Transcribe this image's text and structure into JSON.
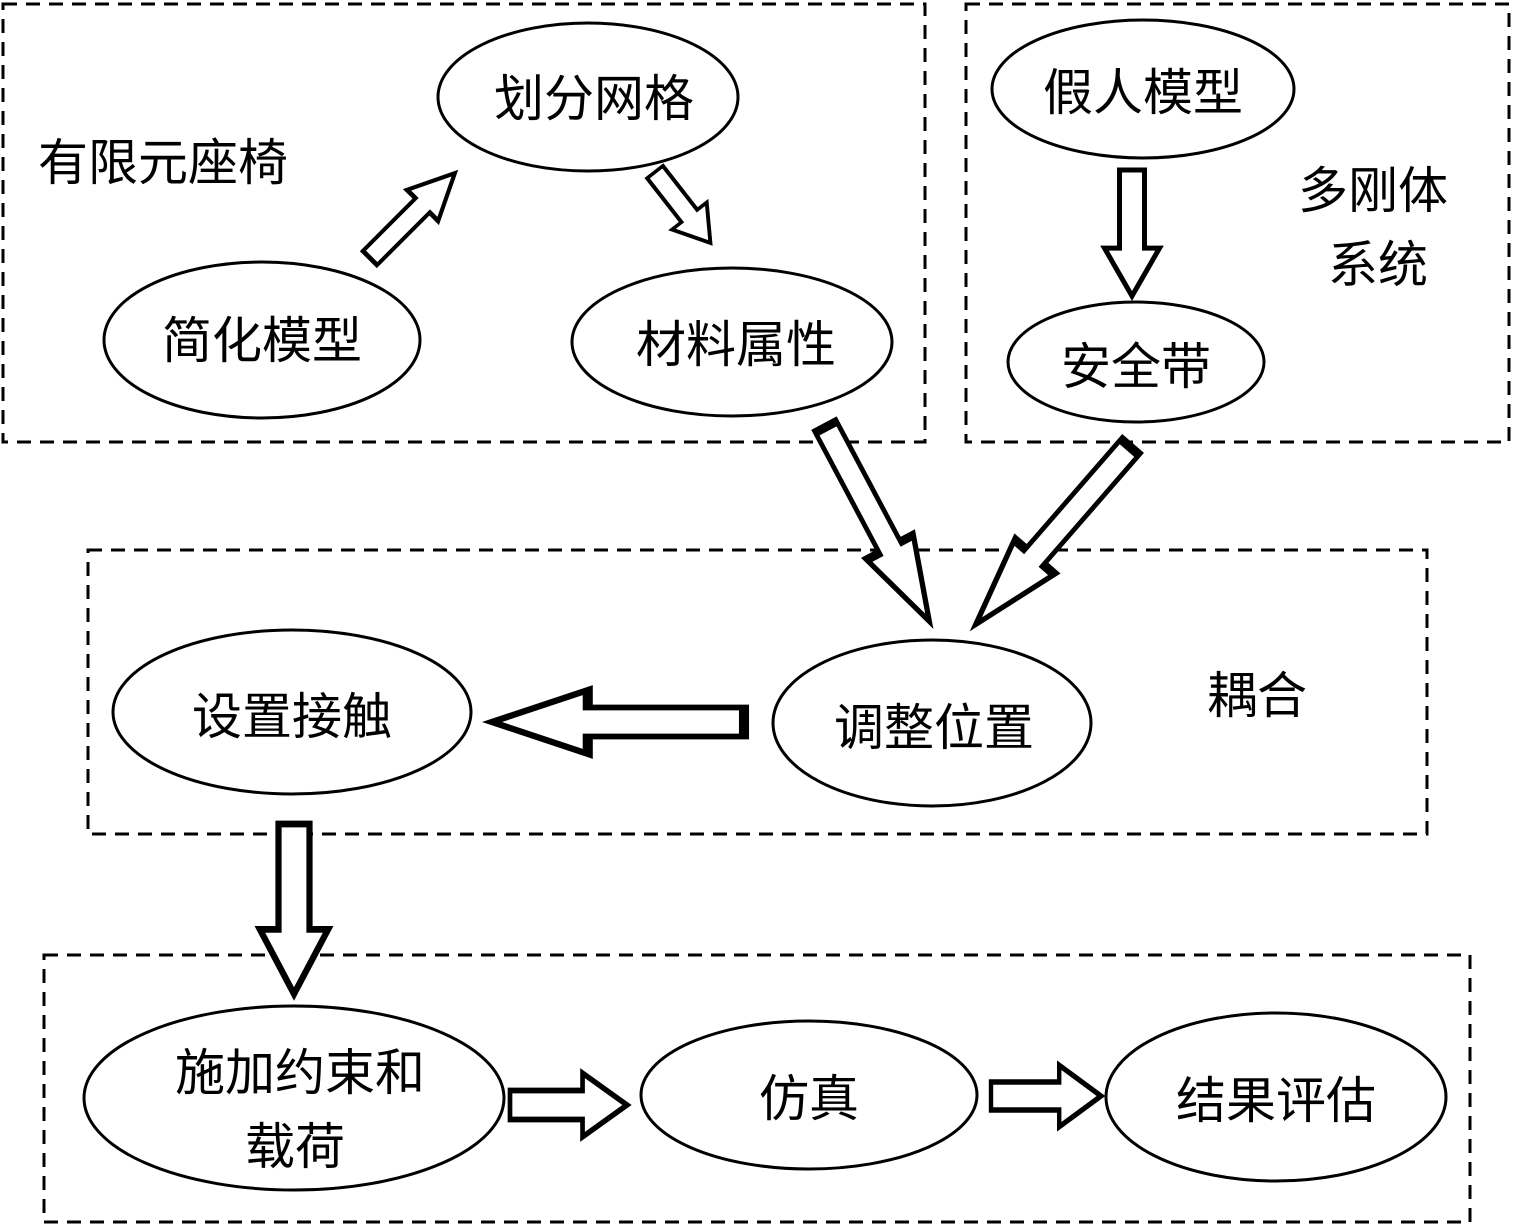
{
  "groups": {
    "fe_seat": "有限元座椅",
    "multibody_line1": "多刚体",
    "multibody_line2": "系统",
    "coupling": "耦合"
  },
  "nodes": {
    "simplify": "简化模型",
    "mesh": "划分网格",
    "material": "材料属性",
    "dummy": "假人模型",
    "belt": "安全带",
    "adjust": "调整位置",
    "contact": "设置接触",
    "constraint_line1": "施加约束和",
    "constraint_line2": "载荷",
    "simulate": "仿真",
    "evaluate": "结果评估"
  },
  "style": {
    "stroke": "#000000",
    "fill": "#ffffff"
  }
}
